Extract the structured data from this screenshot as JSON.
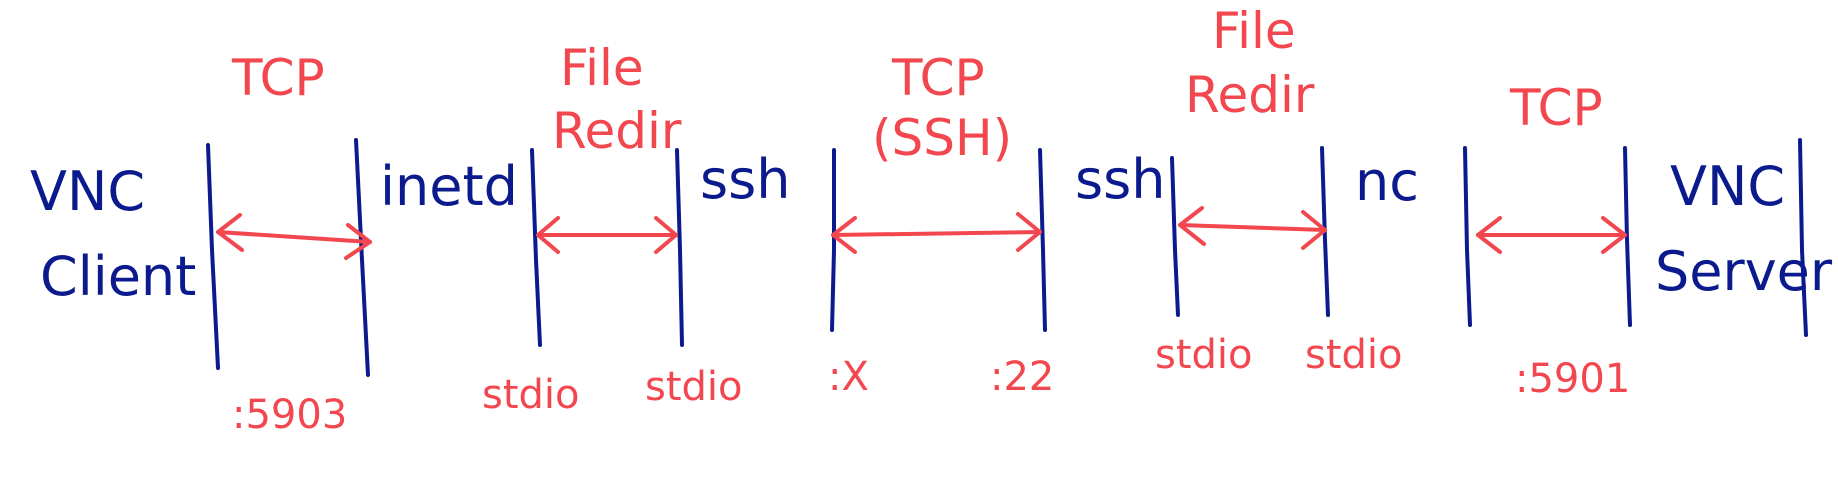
{
  "colors": {
    "node_text": "#0b1a8c",
    "label_text": "#f2474e",
    "arrows": "#f2474e"
  },
  "nodes": {
    "vnc_client": [
      "VNC",
      "Client"
    ],
    "inetd": "inetd",
    "ssh_left": "ssh",
    "ssh_right": "ssh",
    "nc": "nc",
    "vnc_server": [
      "VNC",
      "Server"
    ]
  },
  "links": [
    {
      "protocol": [
        "TCP"
      ],
      "ports": [
        ":5903"
      ]
    },
    {
      "protocol": [
        "File",
        "Redir"
      ],
      "ports": [
        "stdio",
        "stdio"
      ]
    },
    {
      "protocol": [
        "TCP",
        "(SSH)"
      ],
      "ports": [
        ":X",
        ":22"
      ]
    },
    {
      "protocol": [
        "File",
        "Redir"
      ],
      "ports": [
        "stdio",
        "stdio"
      ]
    },
    {
      "protocol": [
        "TCP"
      ],
      "ports": [
        ":5901"
      ]
    }
  ]
}
